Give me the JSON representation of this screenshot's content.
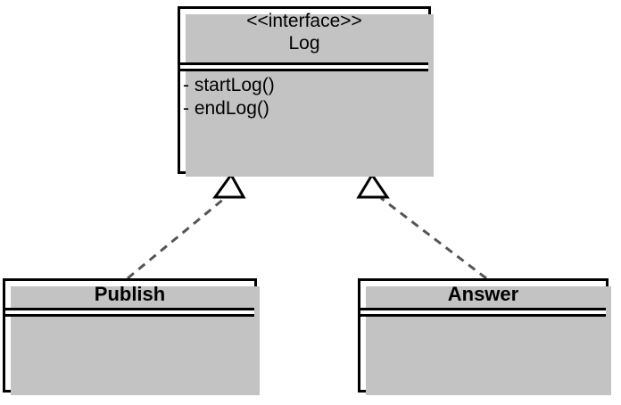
{
  "diagram": {
    "kind": "uml-class-diagram",
    "background_color": "#ffffff",
    "line_color": "#000000",
    "shadow_color": "#c3c3c3",
    "classes": [
      {
        "id": "log",
        "stereotype": "<<interface>>",
        "name": "Log",
        "members": [
          "- startLog()",
          "- endLog()"
        ]
      },
      {
        "id": "publish",
        "stereotype": "",
        "name": "Publish",
        "members": []
      },
      {
        "id": "answer",
        "stereotype": "",
        "name": "Answer",
        "members": []
      }
    ],
    "relationships": [
      {
        "id": "publish-realizes-log",
        "type": "realization",
        "line_style": "dashed",
        "arrowhead": "hollow-triangle",
        "source": "Publish",
        "target": "Log"
      },
      {
        "id": "answer-realizes-log",
        "type": "realization",
        "line_style": "dashed",
        "arrowhead": "hollow-triangle",
        "source": "Answer",
        "target": "Log"
      }
    ]
  }
}
